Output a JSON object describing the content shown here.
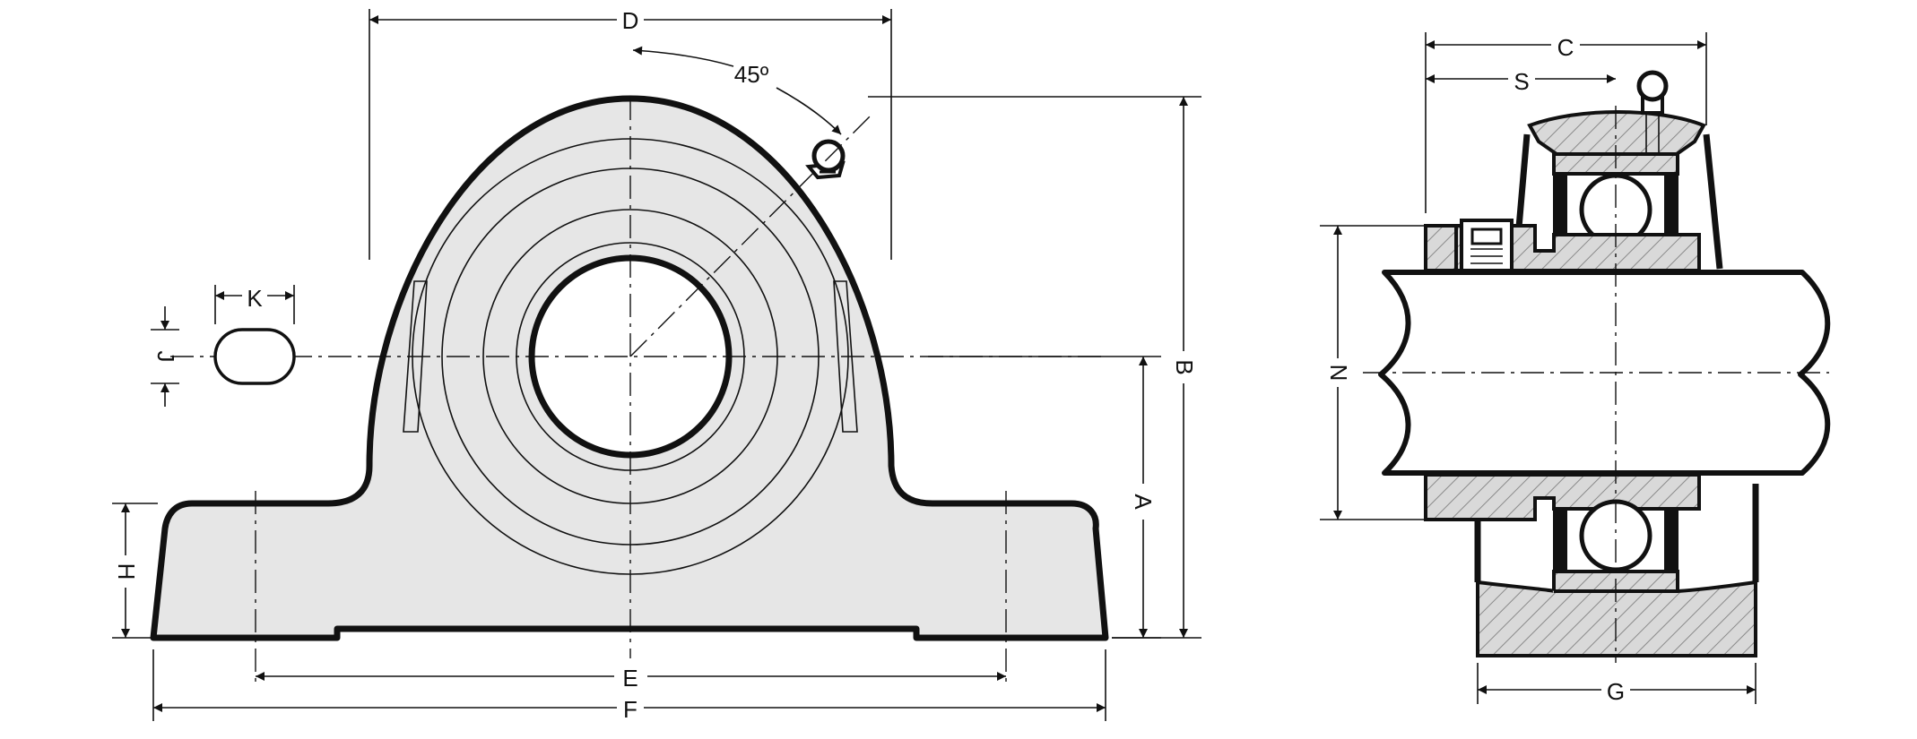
{
  "labels": {
    "D": "D",
    "angle": "45º",
    "K": "K",
    "J": "J",
    "B": "B",
    "A": "A",
    "H": "H",
    "E": "E",
    "F": "F",
    "C": "C",
    "S": "S",
    "N": "N",
    "G": "G"
  }
}
